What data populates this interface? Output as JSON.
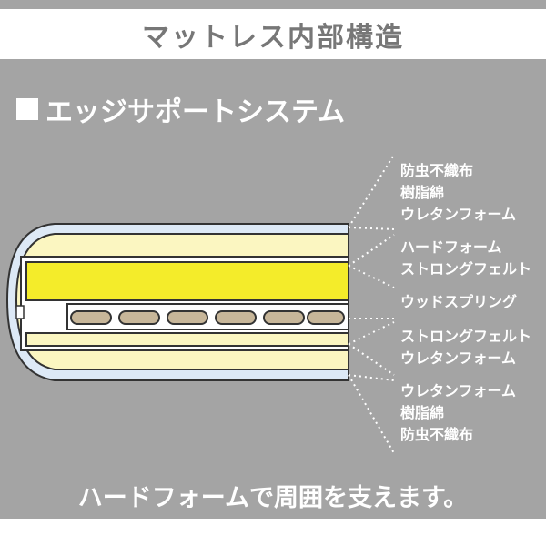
{
  "title": "マットレス内部構造",
  "section_heading": "エッジサポートシステム",
  "labels": [
    {
      "lines": [
        "防虫不織布",
        "樹脂綿",
        "ウレタンフォーム"
      ]
    },
    {
      "lines": [
        "ハードフォーム",
        "ストロングフェルト"
      ]
    },
    {
      "lines": [
        "ウッドスプリング"
      ]
    },
    {
      "lines": [
        "ストロングフェルト",
        "ウレタンフォーム"
      ]
    },
    {
      "lines": [
        "ウレタンフォーム",
        "樹脂綿",
        "防虫不織布"
      ]
    }
  ],
  "caption": "ハードフォームで周囲を支えます。",
  "colors": {
    "background": "#a4a4a4",
    "cover_blue": "#dde9f6",
    "felt_yellow": "#fbf6c1",
    "hard_foam_yellow": "#f4ec2a",
    "spring_tan": "#c7b699",
    "outline_dark": "#333333"
  },
  "icons": {
    "heading_marker": "white-square-icon"
  }
}
